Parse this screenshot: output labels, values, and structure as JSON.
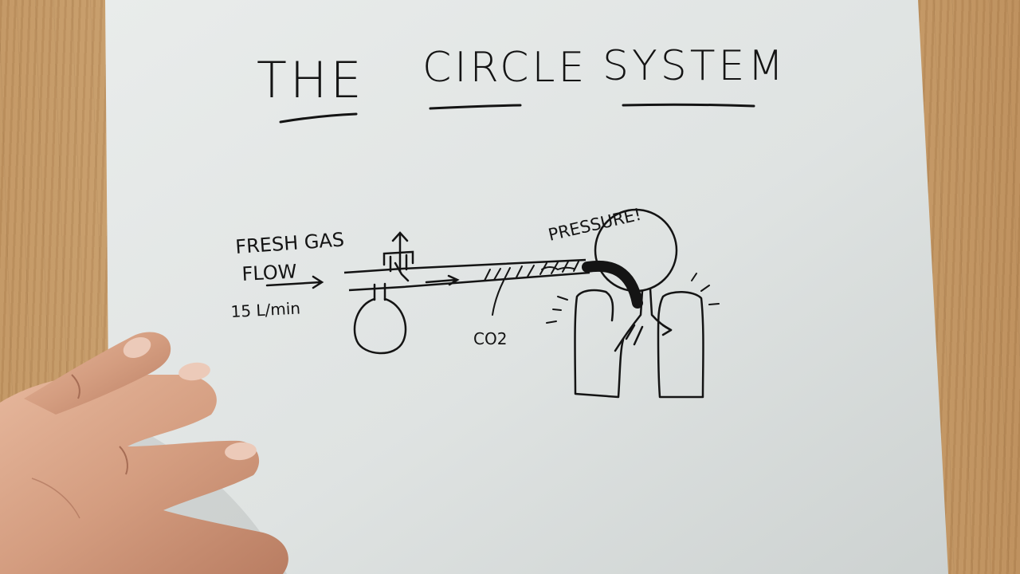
{
  "diagram": {
    "title_words": [
      "THE",
      "CIRCLE",
      "SYSTEM"
    ],
    "fresh_gas_label_line1": "FRESH GAS",
    "fresh_gas_label_line2": "FLOW",
    "flow_rate": "15 L/min",
    "co2_label": "CO2",
    "pressure_label": "PRESSURE!"
  },
  "colors": {
    "ink": "#141414",
    "paper": "#dfe3e2",
    "desk": "#c19562",
    "skin": "#d9a587"
  }
}
